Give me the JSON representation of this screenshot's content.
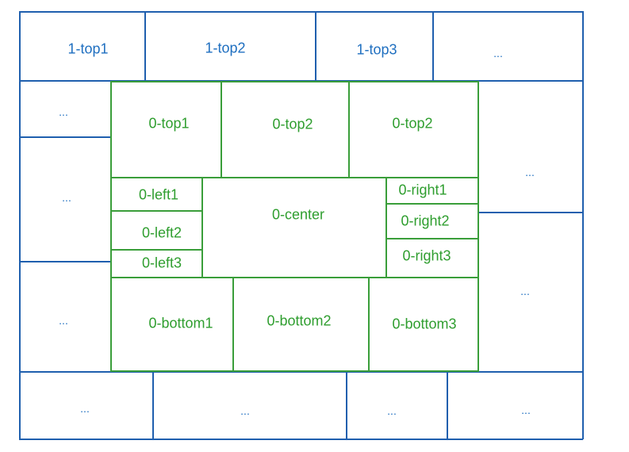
{
  "diagram": {
    "outer": {
      "top": [
        "1-top1",
        "1-top2",
        "1-top3",
        "..."
      ],
      "left": [
        "...",
        "...",
        "..."
      ],
      "right": [
        "...",
        "..."
      ],
      "bottom": [
        "...",
        "...",
        "...",
        "..."
      ]
    },
    "inner": {
      "top": [
        "0-top1",
        "0-top2",
        "0-top2"
      ],
      "left": [
        "0-left1",
        "0-left2",
        "0-left3"
      ],
      "center": "0-center",
      "right": [
        "0-right1",
        "0-right2",
        "0-right3"
      ],
      "bottom": [
        "0-bottom1",
        "0-bottom2",
        "0-bottom3"
      ]
    },
    "colors": {
      "outer": "#1f5fae",
      "inner": "#3a9e3a"
    }
  }
}
